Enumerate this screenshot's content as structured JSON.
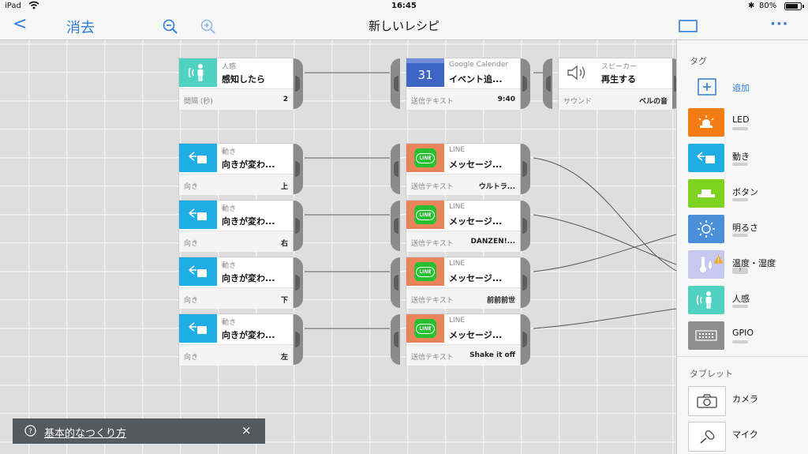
{
  "status": {
    "device": "iPad",
    "time": "16:45",
    "battery": "80%"
  },
  "nav": {
    "back": "<",
    "clear": "消去",
    "title": "新しいレシピ",
    "more": "···"
  },
  "blocks": {
    "b1": {
      "sub": "人感",
      "title": "感知したら",
      "flabel": "間隔 (秒)",
      "fval": "2"
    },
    "b2": {
      "sub": "Google Calender",
      "title": "イベント追...",
      "flabel": "送信テキスト",
      "fval": "9:40",
      "day": "31"
    },
    "b3": {
      "sub": "スピーカー",
      "title": "再生する",
      "flabel": "サウンド",
      "fval": "ベルの音"
    },
    "m1": {
      "sub": "動き",
      "title": "向きが変わ...",
      "flabel": "向き",
      "fval": "上"
    },
    "m2": {
      "sub": "動き",
      "title": "向きが変わ...",
      "flabel": "向き",
      "fval": "右"
    },
    "m3": {
      "sub": "動き",
      "title": "向きが変わ...",
      "flabel": "向き",
      "fval": "下"
    },
    "m4": {
      "sub": "動き",
      "title": "向きが変わ...",
      "flabel": "向き",
      "fval": "左"
    },
    "l1": {
      "sub": "LINE",
      "title": "メッセージ...",
      "flabel": "送信テキスト",
      "fval": "ウルトラ..."
    },
    "l2": {
      "sub": "LINE",
      "title": "メッセージ...",
      "flabel": "送信テキスト",
      "fval": "DANZEN!..."
    },
    "l3": {
      "sub": "LINE",
      "title": "メッセージ...",
      "flabel": "送信テキスト",
      "fval": "前前前世"
    },
    "l4": {
      "sub": "LINE",
      "title": "メッセージ...",
      "flabel": "送信テキスト",
      "fval": "Shake it off"
    }
  },
  "line_badge": "LINE",
  "panel": {
    "tag_header": "タグ",
    "add": "追加",
    "tags": [
      {
        "label": "LED",
        "color": "#f57c12",
        "icon": "led-icon"
      },
      {
        "label": "動き",
        "color": "#1eaee4",
        "icon": "motion-icon"
      },
      {
        "label": "ボタン",
        "color": "#7ed321",
        "icon": "button-icon"
      },
      {
        "label": "明るさ",
        "color": "#4a90d9",
        "icon": "sun-icon"
      },
      {
        "label": "温度・湿度",
        "color": "#c7c7ef",
        "icon": "thermometer-icon",
        "badge": "?"
      },
      {
        "label": "人感",
        "color": "#4fd2c0",
        "icon": "human-sensor-icon"
      },
      {
        "label": "GPIO",
        "color": "#8e8e8e",
        "icon": "gpio-icon"
      }
    ],
    "tablet_header": "タブレット",
    "tablet": [
      {
        "label": "カメラ",
        "icon": "camera-icon"
      },
      {
        "label": "マイク",
        "icon": "microphone-icon"
      }
    ]
  },
  "help": {
    "text": "基本的なつくり方",
    "close": "×"
  },
  "colors": {
    "accent": "#2d7fd8",
    "motion": "#1eaee4",
    "human": "#4fd2c0",
    "calendar": "#3b66c4",
    "line_bg": "#e8845a",
    "line_green": "#26c031"
  }
}
